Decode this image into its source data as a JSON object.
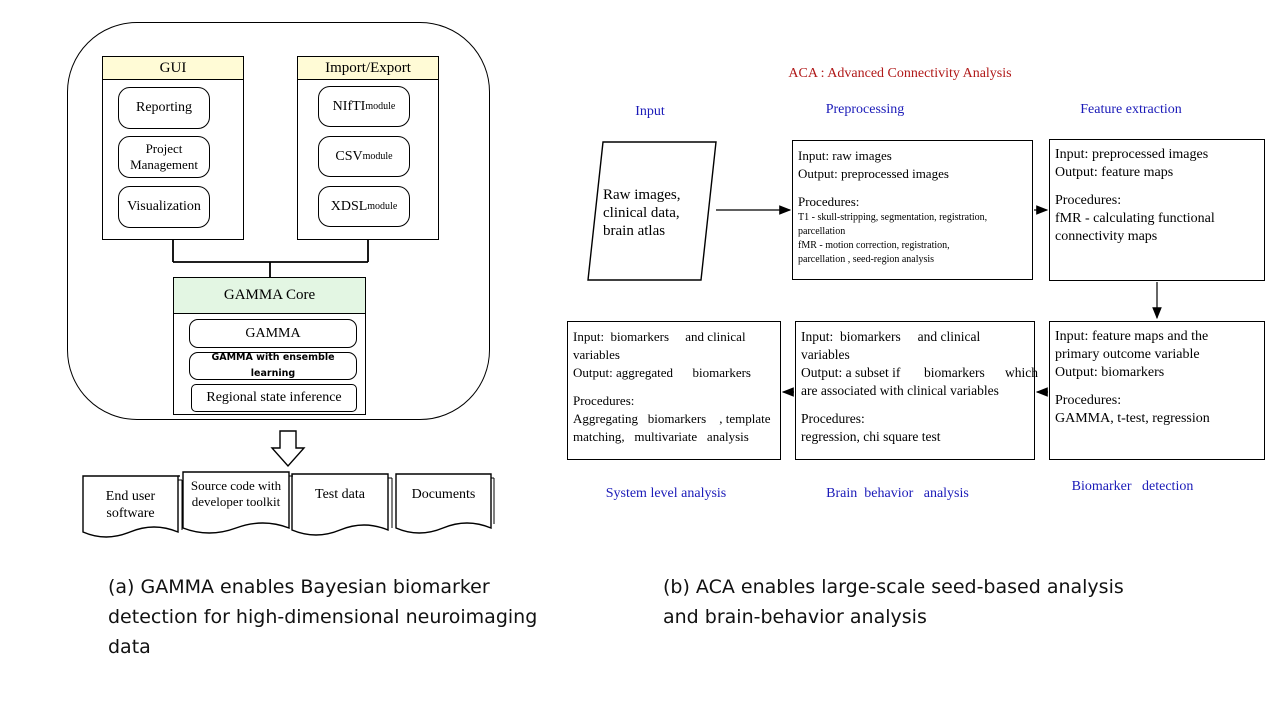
{
  "gamma": {
    "gui": {
      "header": "GUI",
      "items": [
        "Reporting",
        "Project\nManagement",
        "Visualization"
      ]
    },
    "import_export": {
      "header": "Import/Export",
      "items": [
        {
          "main": "NIfTI",
          "suffix": " module"
        },
        {
          "main": "CSV",
          "suffix": " module"
        },
        {
          "main": "XDSL",
          "suffix": " module"
        }
      ]
    },
    "core": {
      "header": "GAMMA Core",
      "items": [
        "GAMMA",
        "GAMMA with ensemble learning",
        "Regional state inference"
      ]
    },
    "outputs": [
      "End user\nsoftware",
      "Source code with\ndeveloper toolkit",
      "Test data",
      "Documents"
    ]
  },
  "aca": {
    "title": "ACA : Advanced Connectivity Analysis",
    "stage_labels": {
      "input": "Input",
      "preprocessing": "Preprocessing",
      "feature_extraction": "Feature extraction",
      "biomarker_detection": "Biomarker   detection",
      "brain_behavior": "Brain  behavior   analysis",
      "system_level": "System level analysis"
    },
    "input_text": "Raw images,\nclinical data,\nbrain atlas",
    "preprocessing_box": {
      "io": "Input: raw images\nOutput: preprocessed images",
      "procedures_label": "Procedures:",
      "procedures": "T1  - skull-stripping, segmentation, registration,\nparcellation\nfMR  - motion correction, registration,\nparcellation  , seed-region analysis"
    },
    "feature_box": {
      "io": "Input: preprocessed images\nOutput: feature maps",
      "procedures": "Procedures:\nfMR  - calculating functional\nconnectivity maps"
    },
    "biomarker_box": {
      "io": "Input: feature maps and the\nprimary outcome variable\nOutput:   biomarkers",
      "procedures": "Procedures:\nGAMMA,    t-test, regression"
    },
    "brain_behavior_box": {
      "io": "Input:  biomarkers     and clinical\nvariables\nOutput: a subset if       biomarkers      which\nare associated with clinical variables",
      "procedures": "Procedures:\nregression, chi square test"
    },
    "system_level_box": {
      "io": "Input:  biomarkers     and clinical\nvariables\nOutput: aggregated      biomarkers",
      "procedures": "Procedures:\nAggregating   biomarkers    , template\nmatching,   multivariate   analysis"
    }
  },
  "captions": {
    "a": "(a) GAMMA enables Bayesian biomarker\ndetection for high-dimensional neuroimaging\ndata",
    "b": "(b) ACA enables large-scale seed-based analysis\nand brain-behavior analysis"
  },
  "colors": {
    "gui_header": "#fffbd6",
    "core_header": "#e3f6e3",
    "stage_label": "#1a1ab8",
    "aca_title": "#b01818"
  }
}
